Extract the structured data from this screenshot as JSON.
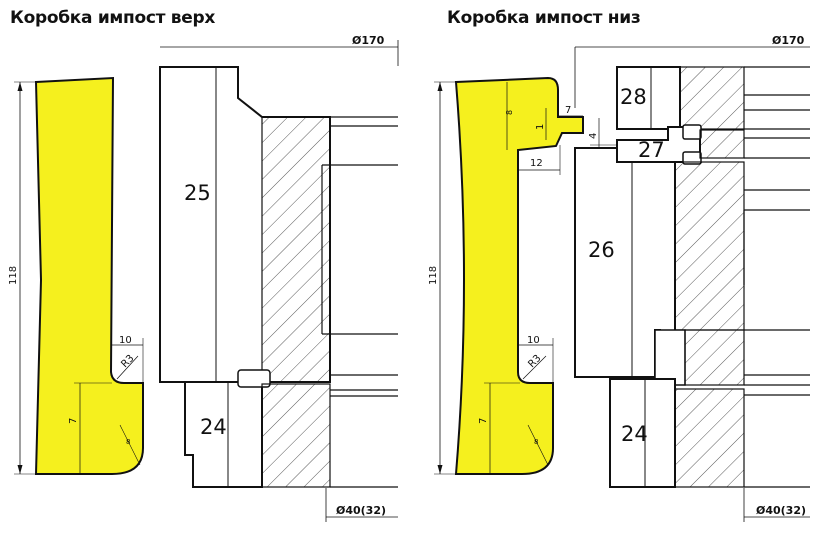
{
  "colors": {
    "profile_fill": "#f5f01e",
    "line": "#111111",
    "background": "#ffffff"
  },
  "left_drawing": {
    "title": "Коробка импост верх",
    "dia_top": "Ø170",
    "dia_bottom": "Ø40(32)",
    "height_dim": "118",
    "dim_10": "10",
    "radius": "R3",
    "dim_7": "7",
    "dim_small": "8",
    "part_upper": "25",
    "part_lower": "24"
  },
  "right_drawing": {
    "title": "Коробка импост низ",
    "dia_top": "Ø170",
    "dia_bottom": "Ø40(32)",
    "height_dim": "118",
    "dim_10": "10",
    "radius": "R3",
    "dim_7": "7",
    "dim_small": "8",
    "dim_7_top": "7",
    "dim_1": "1",
    "dim_4": "4",
    "dim_12": "12",
    "dim_8_top": "8",
    "part_28": "28",
    "part_27": "27",
    "part_26": "26",
    "part_24": "24"
  }
}
